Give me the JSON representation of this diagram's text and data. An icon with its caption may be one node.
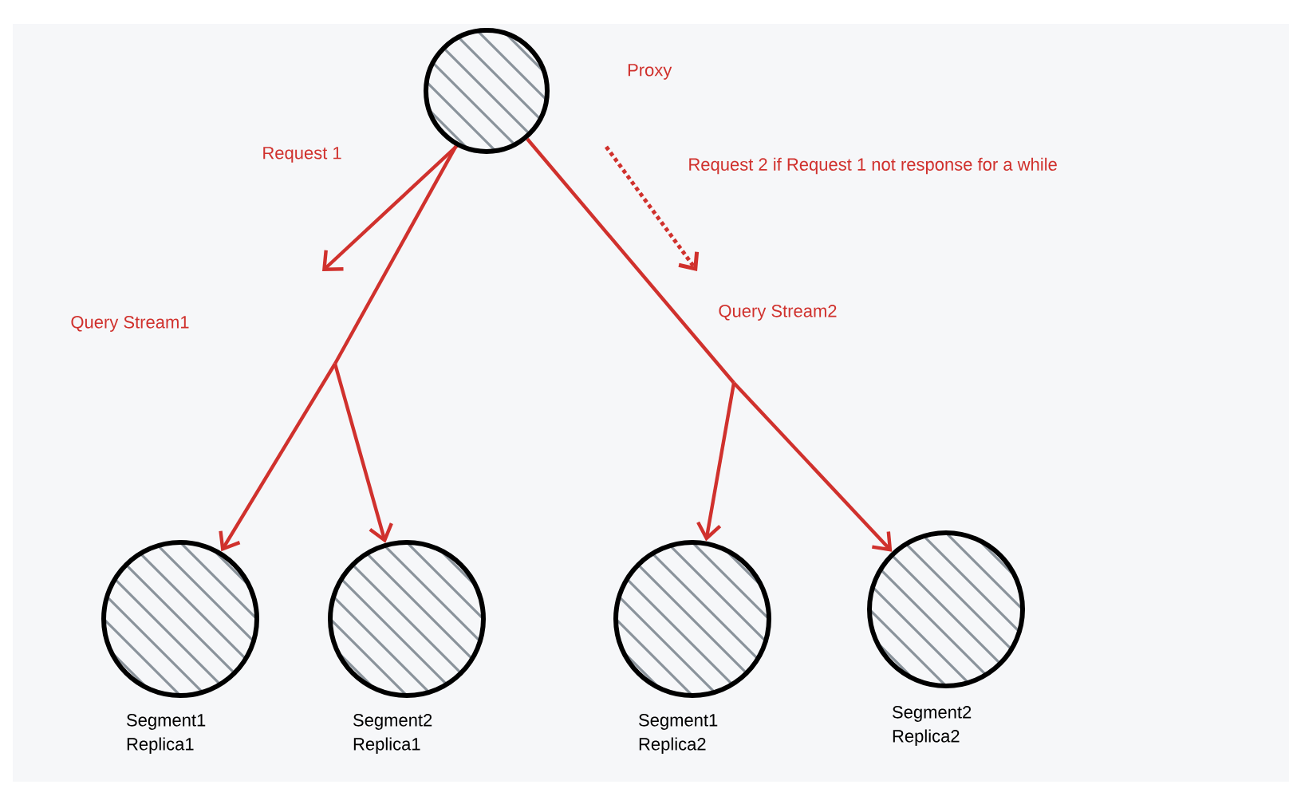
{
  "diagram": {
    "nodes": [
      {
        "text": [
          "Proxy"
        ]
      },
      {
        "text": [],
        "shape": "circle",
        "beside": [
          "Segment1 Replica1"
        ]
      },
      {
        "text": [],
        "shape": "circle",
        "beside": [
          "Segment2 Replica1"
        ]
      },
      {
        "text": [],
        "shape": "circle",
        "beside": [
          "Segment1 Replica2"
        ]
      },
      {
        "text": [],
        "shape": "circle",
        "beside": [
          "Segment2 Replica2"
        ]
      }
    ],
    "edges": [
      {
        "from": 0,
        "to": 1,
        "arrow": "to"
      },
      {
        "from": 0,
        "to": 2,
        "arrow": "to"
      },
      {
        "from": 0,
        "to": 3,
        "arrow": "to"
      },
      {
        "from": 0,
        "to": 4,
        "arrow": "to"
      }
    ],
    "labels": [
      "Request 1",
      "Request 2 if Request 1 not response for a while",
      "Query Stream1",
      "Query Stream2"
    ]
  }
}
